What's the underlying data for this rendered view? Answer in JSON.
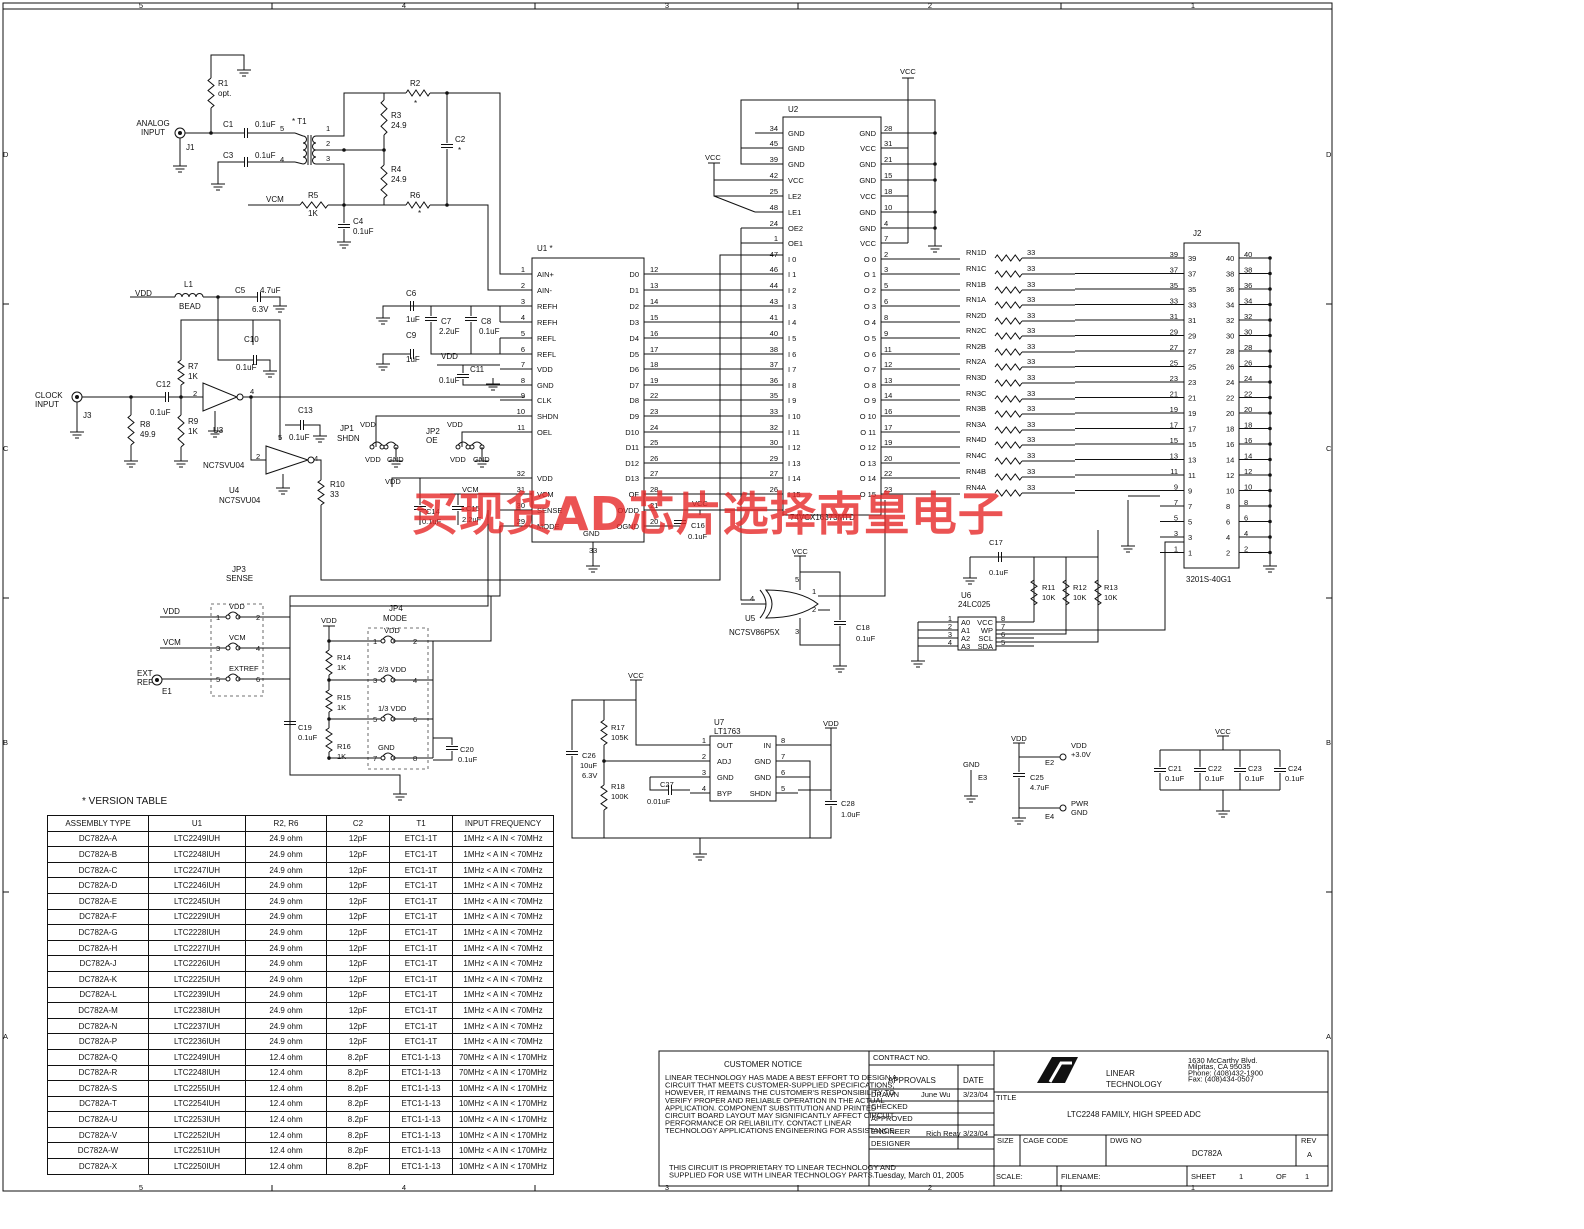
{
  "border": {
    "columns": [
      "5",
      "4",
      "3",
      "2",
      "1"
    ],
    "rows": [
      "D",
      "C",
      "B",
      "A"
    ]
  },
  "analog_input": {
    "connector_label": "ANALOG\nINPUT",
    "connector": "J1",
    "r1": "R1",
    "r1_val": "opt.",
    "c1": "C1",
    "c1_val": "0.1uF",
    "c3": "C3",
    "c3_val": "0.1uF",
    "t1": "T1",
    "r2": "R2",
    "r3": "R3",
    "r3_val": "24.9",
    "r4": "R4",
    "r4_val": "24.9",
    "r6": "R6",
    "c2": "C2",
    "r5": "R5",
    "r5_val": "1K",
    "vcm": "VCM",
    "c4": "C4",
    "c4_val": "0.1uF",
    "star": "*"
  },
  "clock_input": {
    "vdd": "VDD",
    "l1": "L1",
    "l1_val": "BEAD",
    "c5": "C5",
    "c5_val": "4.7uF",
    "c5_volt": "6.3V",
    "c10": "C10",
    "c10_val": "0.1uF",
    "connector_label": "CLOCK\nINPUT",
    "connector": "J3",
    "c12": "C12",
    "c12_val": "0.1uF",
    "r7": "R7",
    "r7_val": "1K",
    "r8": "R8",
    "r8_val": "49.9",
    "r9": "R9",
    "r9_val": "1K",
    "u3": "U3",
    "u3_part": "NC7SVU04",
    "u4": "U4",
    "u4_part": "NC7SVU04",
    "c13": "C13",
    "c13_val": "0.1uF",
    "r10": "R10",
    "r10_val": "33"
  },
  "u1": {
    "ref": "U1 *",
    "left_pins": [
      {
        "num": "1",
        "name": "AIN+"
      },
      {
        "num": "2",
        "name": "AIN-"
      },
      {
        "num": "3",
        "name": "REFH"
      },
      {
        "num": "4",
        "name": "REFH"
      },
      {
        "num": "5",
        "name": "REFL"
      },
      {
        "num": "6",
        "name": "REFL"
      },
      {
        "num": "7",
        "name": "VDD"
      },
      {
        "num": "8",
        "name": "GND"
      },
      {
        "num": "9",
        "name": "CLK"
      },
      {
        "num": "10",
        "name": "SHDN"
      },
      {
        "num": "11",
        "name": "OEL"
      },
      {
        "num": "32",
        "name": "VDD"
      },
      {
        "num": "31",
        "name": "VCM"
      },
      {
        "num": "30",
        "name": "SENSE"
      },
      {
        "num": "29",
        "name": "MODE"
      }
    ],
    "right_pins": [
      {
        "num": "12",
        "name": "D0"
      },
      {
        "num": "13",
        "name": "D1"
      },
      {
        "num": "14",
        "name": "D2"
      },
      {
        "num": "15",
        "name": "D3"
      },
      {
        "num": "16",
        "name": "D4"
      },
      {
        "num": "17",
        "name": "D5"
      },
      {
        "num": "18",
        "name": "D6"
      },
      {
        "num": "19",
        "name": "D7"
      },
      {
        "num": "22",
        "name": "D8"
      },
      {
        "num": "23",
        "name": "D9"
      },
      {
        "num": "24",
        "name": "D10"
      },
      {
        "num": "25",
        "name": "D11"
      },
      {
        "num": "26",
        "name": "D12"
      },
      {
        "num": "27",
        "name": "D13"
      },
      {
        "num": "28",
        "name": "OF"
      },
      {
        "num": "21",
        "name": "OVDD"
      },
      {
        "num": "20",
        "name": "OGND"
      }
    ],
    "gnd_pin": "33",
    "gnd_label": "GND",
    "c6": "C6",
    "c6_val": "1uF",
    "c7": "C7",
    "c7_val": "2.2uF",
    "c8": "C8",
    "c8_val": "0.1uF",
    "c9": "C9",
    "c9_val": "1uF",
    "c11": "C11",
    "c11_val": "0.1uF",
    "vdd": "VDD",
    "vcm": "VCM",
    "c14": "C14",
    "c14_val": "0.1uF",
    "c15": "C15",
    "c15_val": "2.2uF",
    "c16": "C16",
    "c16_val": "0.1uF",
    "jp1": "JP1",
    "jp1_name": "SHDN",
    "jp2": "JP2",
    "jp2_name": "OE",
    "gnd": "GND"
  },
  "u2": {
    "ref": "U2",
    "part": "74VCX16373MTD",
    "vcc": "VCC",
    "left_top": [
      {
        "num": "34",
        "name": "GND"
      },
      {
        "num": "45",
        "name": "GND"
      },
      {
        "num": "39",
        "name": "GND"
      },
      {
        "num": "42",
        "name": "VCC"
      },
      {
        "num": "25",
        "name": "LE2"
      },
      {
        "num": "48",
        "name": "LE1"
      },
      {
        "num": "24",
        "name": "OE2"
      },
      {
        "num": "1",
        "name": "OE1"
      }
    ],
    "right_top": [
      {
        "num": "28",
        "name": "GND"
      },
      {
        "num": "31",
        "name": "VCC"
      },
      {
        "num": "21",
        "name": "GND"
      },
      {
        "num": "15",
        "name": "GND"
      },
      {
        "num": "18",
        "name": "VCC"
      },
      {
        "num": "10",
        "name": "GND"
      },
      {
        "num": "4",
        "name": "GND"
      },
      {
        "num": "7",
        "name": "VCC"
      }
    ],
    "inputs": [
      {
        "num": "47",
        "name": "I 0"
      },
      {
        "num": "46",
        "name": "I 1"
      },
      {
        "num": "44",
        "name": "I 2"
      },
      {
        "num": "43",
        "name": "I 3"
      },
      {
        "num": "41",
        "name": "I 4"
      },
      {
        "num": "40",
        "name": "I 5"
      },
      {
        "num": "38",
        "name": "I 6"
      },
      {
        "num": "37",
        "name": "I 7"
      },
      {
        "num": "36",
        "name": "I 8"
      },
      {
        "num": "35",
        "name": "I 9"
      },
      {
        "num": "33",
        "name": "I 10"
      },
      {
        "num": "32",
        "name": "I 11"
      },
      {
        "num": "30",
        "name": "I 12"
      },
      {
        "num": "29",
        "name": "I 13"
      },
      {
        "num": "27",
        "name": "I 14"
      },
      {
        "num": "26",
        "name": "I 15"
      }
    ],
    "outputs": [
      {
        "num": "2",
        "name": "O 0"
      },
      {
        "num": "3",
        "name": "O 1"
      },
      {
        "num": "5",
        "name": "O 2"
      },
      {
        "num": "6",
        "name": "O 3"
      },
      {
        "num": "8",
        "name": "O 4"
      },
      {
        "num": "9",
        "name": "O 5"
      },
      {
        "num": "11",
        "name": "O 6"
      },
      {
        "num": "12",
        "name": "O 7"
      },
      {
        "num": "13",
        "name": "O 8"
      },
      {
        "num": "14",
        "name": "O 9"
      },
      {
        "num": "16",
        "name": "O 10"
      },
      {
        "num": "17",
        "name": "O 11"
      },
      {
        "num": "19",
        "name": "O 12"
      },
      {
        "num": "20",
        "name": "O 13"
      },
      {
        "num": "22",
        "name": "O 14"
      },
      {
        "num": "23",
        "name": "O 15"
      }
    ]
  },
  "resistor_network": [
    {
      "name": "RN1D",
      "val": "33",
      "pin": "39"
    },
    {
      "name": "RN1C",
      "val": "33",
      "pin": "37"
    },
    {
      "name": "RN1B",
      "val": "33",
      "pin": "35"
    },
    {
      "name": "RN1A",
      "val": "33",
      "pin": "33"
    },
    {
      "name": "RN2D",
      "val": "33",
      "pin": "31"
    },
    {
      "name": "RN2C",
      "val": "33",
      "pin": "29"
    },
    {
      "name": "RN2B",
      "val": "33",
      "pin": "27"
    },
    {
      "name": "RN2A",
      "val": "33",
      "pin": "25"
    },
    {
      "name": "RN3D",
      "val": "33",
      "pin": "23"
    },
    {
      "name": "RN3C",
      "val": "33",
      "pin": "21"
    },
    {
      "name": "RN3B",
      "val": "33",
      "pin": "19"
    },
    {
      "name": "RN3A",
      "val": "33",
      "pin": "17"
    },
    {
      "name": "RN4D",
      "val": "33",
      "pin": "15"
    },
    {
      "name": "RN4C",
      "val": "33",
      "pin": "13"
    },
    {
      "name": "RN4B",
      "val": "33",
      "pin": "11"
    },
    {
      "name": "RN4A",
      "val": "33",
      "pin": "9"
    }
  ],
  "j2": {
    "ref": "J2",
    "part": "3201S-40G1",
    "left_pins": [
      "39",
      "37",
      "35",
      "33",
      "31",
      "29",
      "27",
      "25",
      "23",
      "21",
      "19",
      "17",
      "15",
      "13",
      "11",
      "9",
      "7",
      "5",
      "3",
      "1"
    ],
    "right_pins": [
      "40",
      "38",
      "36",
      "34",
      "32",
      "30",
      "28",
      "26",
      "24",
      "22",
      "20",
      "18",
      "16",
      "14",
      "12",
      "10",
      "8",
      "6",
      "4",
      "2"
    ],
    "c17": "C17",
    "c17_val": "0.1uF"
  },
  "u5": {
    "ref": "U5",
    "part": "NC7SV86P5X",
    "vcc": "VCC",
    "pins": [
      "5",
      "1",
      "2",
      "4",
      "3"
    ],
    "c18": "C18",
    "c18_val": "0.1uF"
  },
  "u6": {
    "ref": "U6",
    "part": "24LC025",
    "left": [
      {
        "num": "1",
        "name": "A0"
      },
      {
        "num": "2",
        "name": "A1"
      },
      {
        "num": "3",
        "name": "A2"
      },
      {
        "num": "4",
        "name": "A3"
      }
    ],
    "right": [
      {
        "num": "8",
        "name": "VCC"
      },
      {
        "num": "7",
        "name": "WP"
      },
      {
        "num": "6",
        "name": "SCL"
      },
      {
        "num": "5",
        "name": "SDA"
      }
    ],
    "r11": "R11",
    "r11_val": "10K",
    "r12": "R12",
    "r12_val": "10K",
    "r13": "R13",
    "r13_val": "10K"
  },
  "jp3": {
    "ref": "JP3",
    "name": "SENSE",
    "rows": [
      {
        "left_net": "VDD",
        "label": "VDD",
        "pins": [
          "1",
          "2"
        ]
      },
      {
        "left_net": "VCM",
        "label": "VCM",
        "pins": [
          "3",
          "4"
        ]
      },
      {
        "left_net": "EXT\nREF",
        "label": "EXTREF",
        "pins": [
          "5",
          "6"
        ]
      }
    ],
    "e1": "E1",
    "c19": "C19",
    "c19_val": "0.1uF"
  },
  "jp4": {
    "ref": "JP4",
    "name": "MODE",
    "vdd": "VDD",
    "rows": [
      {
        "label": "VDD",
        "pins": [
          "1",
          "2"
        ]
      },
      {
        "label": "2/3 VDD",
        "pins": [
          "3",
          "4"
        ]
      },
      {
        "label": "1/3 VDD",
        "pins": [
          "5",
          "6"
        ]
      },
      {
        "label": "GND",
        "pins": [
          "7",
          "8"
        ]
      }
    ],
    "r14": "R14",
    "r14_val": "1K",
    "r15": "R15",
    "r15_val": "1K",
    "r16": "R16",
    "r16_val": "1K",
    "c20": "C20",
    "c20_val": "0.1uF"
  },
  "u7": {
    "ref": "U7",
    "part": "LT1763",
    "vcc": "VCC",
    "vdd": "VDD",
    "left": [
      {
        "num": "1",
        "name": "OUT"
      },
      {
        "num": "2",
        "name": "ADJ"
      },
      {
        "num": "3",
        "name": "GND"
      },
      {
        "num": "4",
        "name": "BYP"
      }
    ],
    "right": [
      {
        "num": "8",
        "name": "IN"
      },
      {
        "num": "7",
        "name": "GND"
      },
      {
        "num": "6",
        "name": "GND"
      },
      {
        "num": "5",
        "name": "SHDN"
      }
    ],
    "r17": "R17",
    "r17_val": "105K",
    "r18": "R18",
    "r18_val": "100K",
    "c26": "C26",
    "c26_val": "10uF",
    "c26_volt": "6.3V",
    "c27": "C27",
    "c27_val": "0.01uF",
    "c28": "C28",
    "c28_val": "1.0uF"
  },
  "power": {
    "gnd": "GND",
    "e3": "E3",
    "vdd": "VDD",
    "e2": "E2",
    "e2_label": "VDD\n+3.0V",
    "c25": "C25",
    "c25_val": "4.7uF",
    "e4": "E4",
    "e4_label": "PWR\nGND",
    "vcc": "VCC",
    "caps": [
      {
        "name": "C21",
        "val": "0.1uF"
      },
      {
        "name": "C22",
        "val": "0.1uF"
      },
      {
        "name": "C23",
        "val": "0.1uF"
      },
      {
        "name": "C24",
        "val": "0.1uF"
      }
    ]
  },
  "version_table": {
    "title": "*  VERSION TABLE",
    "headers": [
      "ASSEMBLY TYPE",
      "U1",
      "R2, R6",
      "C2",
      "T1",
      "INPUT FREQUENCY"
    ],
    "rows": [
      [
        "DC782A-A",
        "LTC2249IUH",
        "24.9 ohm",
        "12pF",
        "ETC1-1T",
        "1MHz < A IN < 70MHz"
      ],
      [
        "DC782A-B",
        "LTC2248IUH",
        "24.9 ohm",
        "12pF",
        "ETC1-1T",
        "1MHz < A IN < 70MHz"
      ],
      [
        "DC782A-C",
        "LTC2247IUH",
        "24.9 ohm",
        "12pF",
        "ETC1-1T",
        "1MHz < A IN < 70MHz"
      ],
      [
        "DC782A-D",
        "LTC2246IUH",
        "24.9 ohm",
        "12pF",
        "ETC1-1T",
        "1MHz < A IN < 70MHz"
      ],
      [
        "DC782A-E",
        "LTC2245IUH",
        "24.9 ohm",
        "12pF",
        "ETC1-1T",
        "1MHz < A IN < 70MHz"
      ],
      [
        "DC782A-F",
        "LTC2229IUH",
        "24.9 ohm",
        "12pF",
        "ETC1-1T",
        "1MHz < A IN < 70MHz"
      ],
      [
        "DC782A-G",
        "LTC2228IUH",
        "24.9 ohm",
        "12pF",
        "ETC1-1T",
        "1MHz < A IN < 70MHz"
      ],
      [
        "DC782A-H",
        "LTC2227IUH",
        "24.9 ohm",
        "12pF",
        "ETC1-1T",
        "1MHz < A IN < 70MHz"
      ],
      [
        "DC782A-J",
        "LTC2226IUH",
        "24.9 ohm",
        "12pF",
        "ETC1-1T",
        "1MHz < A IN < 70MHz"
      ],
      [
        "DC782A-K",
        "LTC2225IUH",
        "24.9 ohm",
        "12pF",
        "ETC1-1T",
        "1MHz < A IN < 70MHz"
      ],
      [
        "DC782A-L",
        "LTC2239IUH",
        "24.9 ohm",
        "12pF",
        "ETC1-1T",
        "1MHz < A IN < 70MHz"
      ],
      [
        "DC782A-M",
        "LTC2238IUH",
        "24.9 ohm",
        "12pF",
        "ETC1-1T",
        "1MHz < A IN < 70MHz"
      ],
      [
        "DC782A-N",
        "LTC2237IUH",
        "24.9 ohm",
        "12pF",
        "ETC1-1T",
        "1MHz < A IN < 70MHz"
      ],
      [
        "DC782A-P",
        "LTC2236IUH",
        "24.9 ohm",
        "12pF",
        "ETC1-1T",
        "1MHz < A IN < 70MHz"
      ],
      [
        "DC782A-Q",
        "LTC2249IUH",
        "12.4 ohm",
        "8.2pF",
        "ETC1-1-13",
        "70MHz < A IN < 170MHz"
      ],
      [
        "DC782A-R",
        "LTC2248IUH",
        "12.4 ohm",
        "8.2pF",
        "ETC1-1-13",
        "70MHz < A IN < 170MHz"
      ],
      [
        "DC782A-S",
        "LTC2255IUH",
        "12.4 ohm",
        "8.2pF",
        "ETC1-1-13",
        "10MHz < A IN < 170MHz"
      ],
      [
        "DC782A-T",
        "LTC2254IUH",
        "12.4 ohm",
        "8.2pF",
        "ETC1-1-13",
        "10MHz < A IN < 170MHz"
      ],
      [
        "DC782A-U",
        "LTC2253IUH",
        "12.4 ohm",
        "8.2pF",
        "ETC1-1-13",
        "10MHz < A IN < 170MHz"
      ],
      [
        "DC782A-V",
        "LTC2252IUH",
        "12.4 ohm",
        "8.2pF",
        "ETC1-1-13",
        "10MHz < A IN < 170MHz"
      ],
      [
        "DC782A-W",
        "LTC2251IUH",
        "12.4 ohm",
        "8.2pF",
        "ETC1-1-13",
        "10MHz < A IN < 170MHz"
      ],
      [
        "DC782A-X",
        "LTC2250IUH",
        "12.4 ohm",
        "8.2pF",
        "ETC1-1-13",
        "10MHz < A IN < 170MHz"
      ]
    ]
  },
  "title_block": {
    "notice_title": "CUSTOMER NOTICE",
    "notice_text": "LINEAR TECHNOLOGY HAS MADE A BEST EFFORT TO DESIGN A\nCIRCUIT THAT MEETS CUSTOMER-SUPPLIED SPECIFICATIONS;\nHOWEVER, IT REMAINS THE CUSTOMER'S RESPONSIBILITY TO\nVERIFY PROPER AND RELIABLE OPERATION IN THE ACTUAL\nAPPLICATION. COMPONENT SUBSTITUTION AND PRINTED\nCIRCUIT BOARD LAYOUT MAY SIGNIFICANTLY AFFECT CIRCUIT\nPERFORMANCE OR RELIABILITY. CONTACT LINEAR\nTECHNOLOGY APPLICATIONS ENGINEERING FOR ASSISTANCE.",
    "proprietary": "THIS CIRCUIT IS PROPRIETARY TO LINEAR TECHNOLOGY AND\nSUPPLIED FOR USE WITH LINEAR TECHNOLOGY PARTS.",
    "contract_no": "CONTRACT NO.",
    "approvals": "APPROVALS",
    "date": "DATE",
    "drawn": "DRAWN",
    "drawn_by": "June Wu",
    "drawn_date": "3/23/04",
    "checked": "CHECKED",
    "approved": "APPROVED",
    "engineer": "ENGINEER",
    "engineer_name": "Rich Reay",
    "engineer_date": "3/23/04",
    "designer": "DESIGNER",
    "print_date": "Tuesday, March 01, 2005",
    "company": "LINEAR",
    "company_sub": "TECHNOLOGY",
    "address": "1630 McCarthy Blvd.\nMilpitas, CA 95035\nPhone: (408)432-1900\nFax: (408)434-0507",
    "title_label": "TITLE",
    "title": "LTC2248 FAMILY, HIGH SPEED ADC",
    "size": "SIZE",
    "cage_code": "CAGE CODE",
    "dwg_no": "DWG NO",
    "dwg": "DC782A",
    "rev": "REV",
    "rev_val": "A",
    "scale": "SCALE:",
    "filename": "FILENAME:",
    "sheet": "SHEET",
    "sheet_val": "1",
    "of": "OF",
    "of_val": "1"
  },
  "watermark": "买现货AD芯片选择南皇电子"
}
